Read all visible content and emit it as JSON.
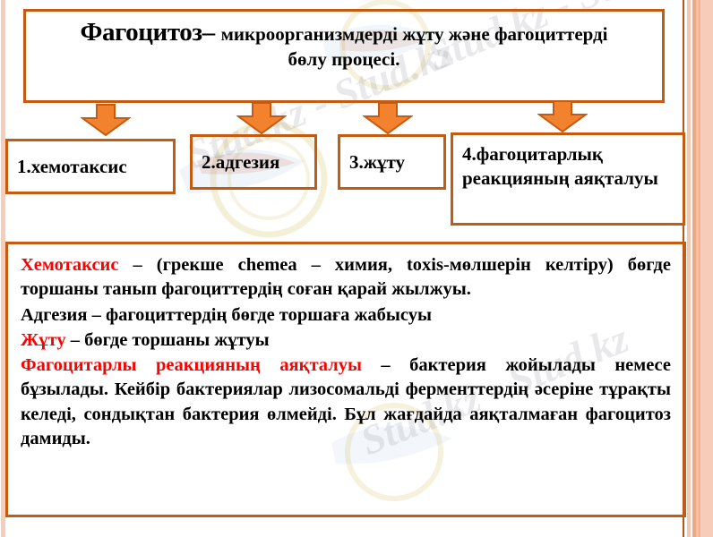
{
  "slide": {
    "title": {
      "term": "Фагоцитоз",
      "dash": "– ",
      "definition": "микроорганизмдерді жұту және фагоциттерді бөлу процесі."
    },
    "steps": [
      {
        "label": "1.хемотаксис"
      },
      {
        "label": "2.адгезия"
      },
      {
        "label": "3.жұту"
      },
      {
        "label": "4.фагоцитарлық реакцияның аяқталуы"
      }
    ],
    "arrows": [
      {
        "name": "arrow-down-step1"
      },
      {
        "name": "arrow-down-step2"
      },
      {
        "name": "arrow-down-step3"
      },
      {
        "name": "arrow-down-step4"
      }
    ],
    "body": {
      "p1_term": "Хемотаксис",
      "p1_rest": " – (грекше chemea – химия, toxis-мөлшерін келтіру) бөгде торшаны танып фагоциттердің соған қарай жылжуы.",
      "p2": "Адгезия – фагоциттердің бөгде торшаға жабысуы",
      "p3_term": "Жұту",
      "p3_rest": " – бөгде торшаны жұтуы",
      "p4_term": "Фагоцитарлы реакцияның аяқталуы",
      "p4_rest": " – бактерия жойылады немесе бұзылады. Кейбір бактериялар лизосомальді ферменттердің әсеріне тұрақты келеді, сондықтан бактерия өлмейді. Бұл жағдайда аяқталмаған фагоцитоз дамиды."
    },
    "watermark": {
      "text1": "Stud.kz - Stud.kz",
      "text2": "Stud.kz - Stud.kz",
      "text3": "Stud.kz - Stud.kz"
    },
    "colors": {
      "border": "#c55a11",
      "arrow_fill": "#f2822e",
      "arrow_stroke": "#c55a11",
      "accent_red": "#ff0000",
      "edge_band": "#f7cdb9",
      "text": "#000000"
    }
  }
}
